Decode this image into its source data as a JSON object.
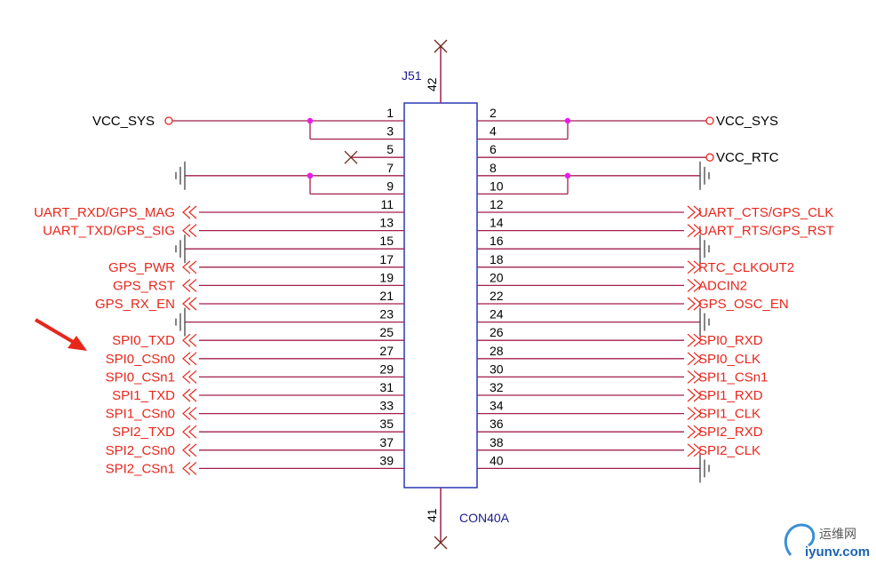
{
  "component": {
    "designator": "J51",
    "part": "CON40A",
    "top_pin": "42",
    "bottom_pin": "41"
  },
  "colors": {
    "body_outline": "#2b39b5",
    "wire": "#a31f4e",
    "net_red": "#e8261c",
    "junction": "#e81ce8",
    "no_connect": "#6b2b1b",
    "ground": "#333333"
  },
  "left_pins": [
    {
      "pin": "1",
      "net": "VCC_SYS",
      "kind": "power"
    },
    {
      "pin": "3",
      "net": "",
      "kind": "tie-up"
    },
    {
      "pin": "5",
      "net": "",
      "kind": "nc"
    },
    {
      "pin": "7",
      "net": "",
      "kind": "ground"
    },
    {
      "pin": "9",
      "net": "",
      "kind": "tie-up"
    },
    {
      "pin": "11",
      "net": "UART_RXD/GPS_MAG",
      "kind": "port"
    },
    {
      "pin": "13",
      "net": "UART_TXD/GPS_SIG",
      "kind": "port"
    },
    {
      "pin": "15",
      "net": "",
      "kind": "ground"
    },
    {
      "pin": "17",
      "net": "GPS_PWR",
      "kind": "port"
    },
    {
      "pin": "19",
      "net": "GPS_RST",
      "kind": "port"
    },
    {
      "pin": "21",
      "net": "GPS_RX_EN",
      "kind": "port"
    },
    {
      "pin": "23",
      "net": "",
      "kind": "ground"
    },
    {
      "pin": "25",
      "net": "SPI0_TXD",
      "kind": "port"
    },
    {
      "pin": "27",
      "net": "SPI0_CSn0",
      "kind": "port"
    },
    {
      "pin": "29",
      "net": "SPI0_CSn1",
      "kind": "port"
    },
    {
      "pin": "31",
      "net": "SPI1_TXD",
      "kind": "port"
    },
    {
      "pin": "33",
      "net": "SPI1_CSn0",
      "kind": "port"
    },
    {
      "pin": "35",
      "net": "SPI2_TXD",
      "kind": "port"
    },
    {
      "pin": "37",
      "net": "SPI2_CSn0",
      "kind": "port"
    },
    {
      "pin": "39",
      "net": "SPI2_CSn1",
      "kind": "port"
    }
  ],
  "right_pins": [
    {
      "pin": "2",
      "net": "VCC_SYS",
      "kind": "power"
    },
    {
      "pin": "4",
      "net": "",
      "kind": "tie-up"
    },
    {
      "pin": "6",
      "net": "VCC_RTC",
      "kind": "power"
    },
    {
      "pin": "8",
      "net": "",
      "kind": "ground"
    },
    {
      "pin": "10",
      "net": "",
      "kind": "tie-up"
    },
    {
      "pin": "12",
      "net": "UART_CTS/GPS_CLK",
      "kind": "port"
    },
    {
      "pin": "14",
      "net": "UART_RTS/GPS_RST",
      "kind": "port"
    },
    {
      "pin": "16",
      "net": "",
      "kind": "ground"
    },
    {
      "pin": "18",
      "net": "RTC_CLKOUT2",
      "kind": "port"
    },
    {
      "pin": "20",
      "net": "ADCIN2",
      "kind": "port"
    },
    {
      "pin": "22",
      "net": "GPS_OSC_EN",
      "kind": "port"
    },
    {
      "pin": "24",
      "net": "",
      "kind": "ground"
    },
    {
      "pin": "26",
      "net": "SPI0_RXD",
      "kind": "port"
    },
    {
      "pin": "28",
      "net": "SPI0_CLK",
      "kind": "port"
    },
    {
      "pin": "30",
      "net": "SPI1_CSn1",
      "kind": "port"
    },
    {
      "pin": "32",
      "net": "SPI1_RXD",
      "kind": "port"
    },
    {
      "pin": "34",
      "net": "SPI1_CLK",
      "kind": "port"
    },
    {
      "pin": "36",
      "net": "SPI2_RXD",
      "kind": "port"
    },
    {
      "pin": "38",
      "net": "SPI2_CLK",
      "kind": "port"
    },
    {
      "pin": "40",
      "net": "",
      "kind": "ground"
    }
  ],
  "watermark": {
    "cn": "运维网",
    "en": "iyunv.com"
  }
}
